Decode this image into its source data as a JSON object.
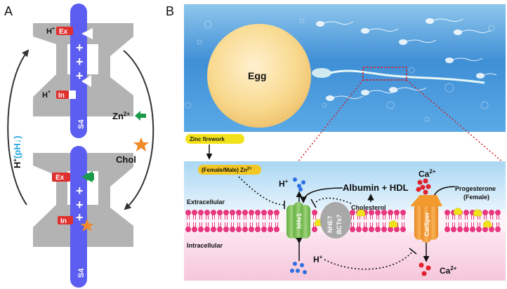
{
  "panel_a": {
    "letter": "A",
    "top": {
      "hex_h": "H",
      "hex_sup": "+",
      "hex_label": "Ex",
      "hin_h": "H",
      "hin_sup": "+",
      "hin_label": "In",
      "s4": "S4"
    },
    "bottom": {
      "ex_label": "Ex",
      "in_label": "In",
      "s4": "S4"
    },
    "left_arrow": {
      "h": "H",
      "sup": "+",
      "ph": "(pH",
      "ph_arrow": "↓",
      "close": ")"
    },
    "zn": {
      "base": "Zn",
      "sup": "2+"
    },
    "chol": "Chol",
    "plus_signs": [
      "+",
      "+",
      "+"
    ],
    "colors": {
      "s4": "#5b5ef0",
      "channel": "#b3b3b3",
      "ex_in": "#e0302d",
      "zinc": "#1a9a4a",
      "chol": "#f08a2b",
      "ph": "#2aa7e0"
    }
  },
  "panel_b": {
    "letter": "B",
    "egg": "Egg",
    "zinc_firework": "Zinc firework",
    "female_male_zn": "(Female/Male) Zn",
    "zn_sup": "2+",
    "h_plus_top": {
      "h": "H",
      "sup": "+"
    },
    "albumin_hdl": "Albumin + HDL",
    "ca_top": {
      "base": "Ca",
      "sup": "2+"
    },
    "progesterone": [
      "Progesterone",
      "(Female)"
    ],
    "extracellular": "Extracellular",
    "intracellular": "Intracellular",
    "cholesterol": "Cholesterol",
    "hhv1": "hHv1",
    "nhe": [
      "NHE?",
      "BCTs?"
    ],
    "catsper": "CatSper",
    "h_plus_bottom": {
      "h": "H",
      "sup": "+"
    },
    "ca_bottom": {
      "base": "Ca",
      "sup": "2+"
    },
    "colors": {
      "hhv1": "#7cc05a",
      "catsper": "#f29a2e",
      "nhe": "#a8a8a8",
      "membrane_head": "#e8367f",
      "cholesterol": "#f2e21b",
      "ion_h": "#2d6fe0",
      "ion_ca": "#e0202a"
    }
  }
}
